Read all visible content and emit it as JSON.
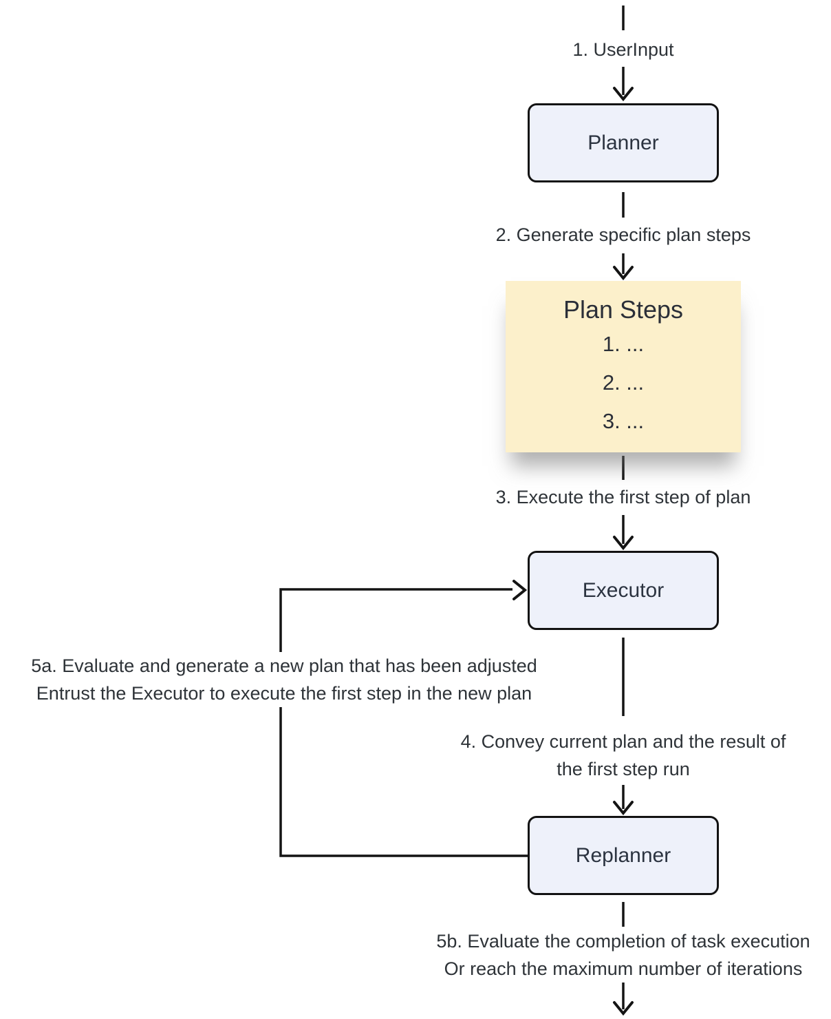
{
  "nodes": {
    "planner": {
      "label": "Planner"
    },
    "executor": {
      "label": "Executor"
    },
    "replanner": {
      "label": "Replanner"
    },
    "plan_steps": {
      "title": "Plan Steps",
      "items": [
        "1. ...",
        "2. ...",
        "3. ..."
      ]
    }
  },
  "edges": {
    "step1": {
      "label": "1. UserInput"
    },
    "step2": {
      "label": "2. Generate specific plan steps"
    },
    "step3": {
      "label": "3. Execute the first step of plan"
    },
    "step4": {
      "line1": "4. Convey current plan and the result of",
      "line2": "the first step run"
    },
    "step5a": {
      "line1": "5a. Evaluate and generate a new plan that has been adjusted",
      "line2": "Entrust the Executor to execute the first step in the new plan"
    },
    "step5b": {
      "line1": "5b. Evaluate the completion of task execution",
      "line2": "Or reach the maximum number of iterations"
    }
  },
  "colors": {
    "node_fill": "#eef1fa",
    "node_border": "#121212",
    "highlight_fill": "#fcf0cb",
    "text": "#2e3338",
    "line": "#141414"
  }
}
